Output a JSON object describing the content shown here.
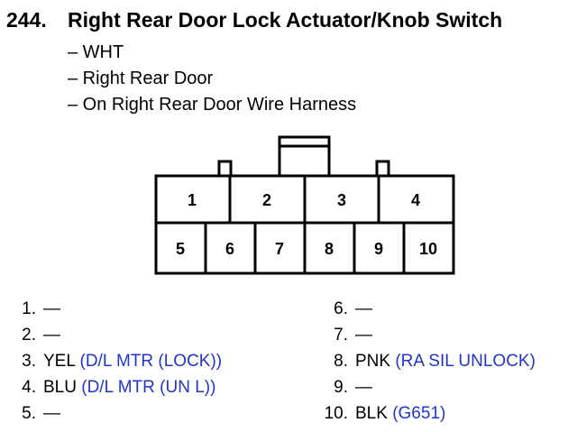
{
  "header": {
    "number": "244.",
    "title": "Right Rear Door Lock Actuator/Knob Switch"
  },
  "details": [
    "– WHT",
    "– Right Rear Door",
    "– On Right Rear Door Wire Harness"
  ],
  "connector": {
    "top_row": [
      "1",
      "2",
      "3",
      "4"
    ],
    "bottom_row": [
      "5",
      "6",
      "7",
      "8",
      "9",
      "10"
    ]
  },
  "pinout": {
    "left": [
      {
        "pin": "1.",
        "wire": "—",
        "circuit": ""
      },
      {
        "pin": "2.",
        "wire": "—",
        "circuit": ""
      },
      {
        "pin": "3.",
        "wire": "YEL",
        "circuit": "(D/L MTR (LOCK))"
      },
      {
        "pin": "4.",
        "wire": "BLU",
        "circuit": "(D/L MTR (UN L))"
      },
      {
        "pin": "5.",
        "wire": "—",
        "circuit": ""
      }
    ],
    "right": [
      {
        "pin": "6.",
        "wire": "—",
        "circuit": ""
      },
      {
        "pin": "7.",
        "wire": "—",
        "circuit": ""
      },
      {
        "pin": "8.",
        "wire": "PNK",
        "circuit": "(RA SIL UNLOCK)"
      },
      {
        "pin": "9.",
        "wire": "—",
        "circuit": ""
      },
      {
        "pin": "10.",
        "wire": "BLK",
        "circuit": "(G651)"
      }
    ]
  },
  "colors": {
    "circuit_text": "#1f36c7"
  }
}
